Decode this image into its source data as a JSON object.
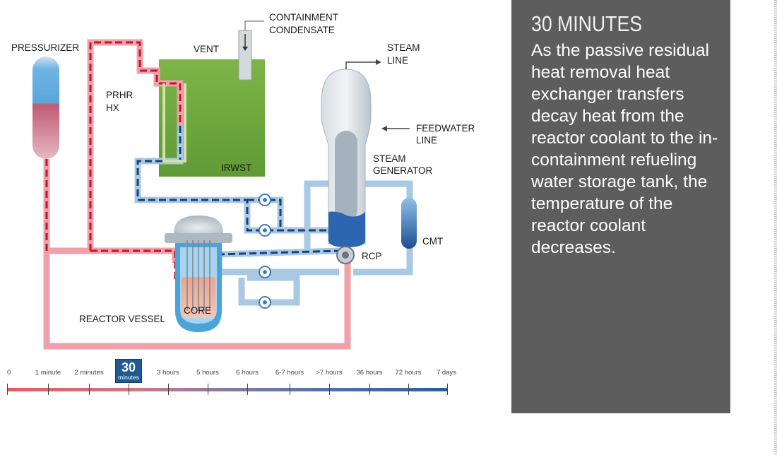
{
  "labels": {
    "pressurizer": "PRESSURIZER",
    "vent": "VENT",
    "containment_condensate_1": "CONTAINMENT",
    "containment_condensate_2": "CONDENSATE",
    "steam_line_1": "STEAM",
    "steam_line_2": "LINE",
    "prhr_1": "PRHR",
    "prhr_2": "HX",
    "feedwater_1": "FEEDWATER",
    "feedwater_2": "LINE",
    "irwst": "IRWST",
    "steam_generator_1": "STEAM",
    "steam_generator_2": "GENERATOR",
    "cmt": "CMT",
    "rcp": "RCP",
    "core": "CORE",
    "reactor_vessel": "REACTOR VESSEL"
  },
  "timeline": {
    "ticks": [
      "0",
      "1 minute",
      "2 minutes",
      "30",
      "3 hours",
      "5 hours",
      "6 hours",
      "6-7 hours",
      ">7 hours",
      "36 hours",
      "72 hours",
      "7 days"
    ],
    "active_index": 3,
    "active_big": "30",
    "active_small": "minutes"
  },
  "panel": {
    "title": "30 MINUTES",
    "text": "As the passive residual heat removal heat exchanger transfers decay heat from the reactor coolant to the in-containment refueling water storage tank, the temperature of the reactor coolant decreases."
  },
  "colors": {
    "hot": "#e86a76",
    "hot_dark": "#c0172a",
    "cold": "#9ec4e0",
    "cold_dark": "#1b3f7a",
    "tank": "#6aa23f",
    "panel": "#5d5d5d",
    "timeline_active": "#1f5a94"
  }
}
